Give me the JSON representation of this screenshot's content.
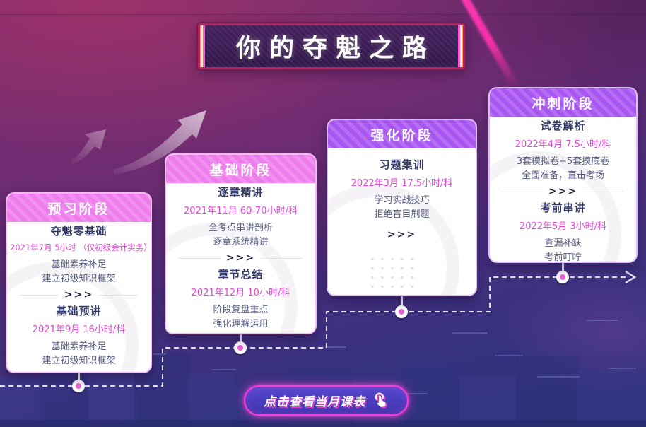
{
  "banner": {
    "title": "你的夺魁之路"
  },
  "stages": [
    {
      "name": "预习阶段",
      "theme": "pink",
      "divider_symbol": ">>>",
      "items": [
        {
          "title": "夺魁零基础",
          "schedule": "2021年7月 5小时 （仅初级会计实务）",
          "points": [
            "基础素养补足",
            "建立初级知识框架"
          ]
        },
        {
          "title": "基础预讲",
          "schedule": "2021年9月 16小时/科",
          "points": [
            "基础素养补足",
            "建立初级知识框架"
          ]
        }
      ]
    },
    {
      "name": "基础阶段",
      "theme": "pink",
      "divider_symbol": ">>>",
      "items": [
        {
          "title": "逐章精讲",
          "schedule": "2021年11月 60-70小时/科",
          "points": [
            "全考点串讲剖析",
            "逐章系统精讲"
          ]
        },
        {
          "title": "章节总结",
          "schedule": "2021年12月 10小时/科",
          "points": [
            "阶段复盘重点",
            "强化理解运用"
          ]
        }
      ]
    },
    {
      "name": "强化阶段",
      "theme": "purple",
      "divider_symbol": ">>>",
      "items": [
        {
          "title": "习题集训",
          "schedule": "2022年3月 17.5小时/科",
          "points": [
            "学习实战技巧",
            "拒绝盲目刷题"
          ]
        }
      ]
    },
    {
      "name": "冲刺阶段",
      "theme": "purple",
      "divider_symbol": ">>>",
      "items": [
        {
          "title": "试卷解析",
          "schedule": "2022年4月 7.5小时/科",
          "points": [
            "3套模拟卷+5套摸底卷",
            "全面准备，直击考场"
          ]
        },
        {
          "title": "考前串讲",
          "schedule": "2022年5月 3小时/科",
          "points": [
            "查漏补缺",
            "考前叮咛"
          ]
        }
      ]
    }
  ],
  "cta": {
    "label": "点击查看当月课表",
    "icon": "tap-hand-icon"
  },
  "colors": {
    "header_pink": "#ee7ced",
    "header_purple": "#a855f2",
    "schedule_magenta": "#e145d5",
    "course_title_navy": "#323a68",
    "body_text": "#555a7d",
    "timeline_dot": "#ef63dc",
    "cta_border_glow": "#f43fd7",
    "cta_background": "#4a3fc0",
    "banner_border": "#b02365",
    "background_top": "#8e3069",
    "background_bottom": "#2f3178",
    "streak_pink": "#f32fa8"
  }
}
